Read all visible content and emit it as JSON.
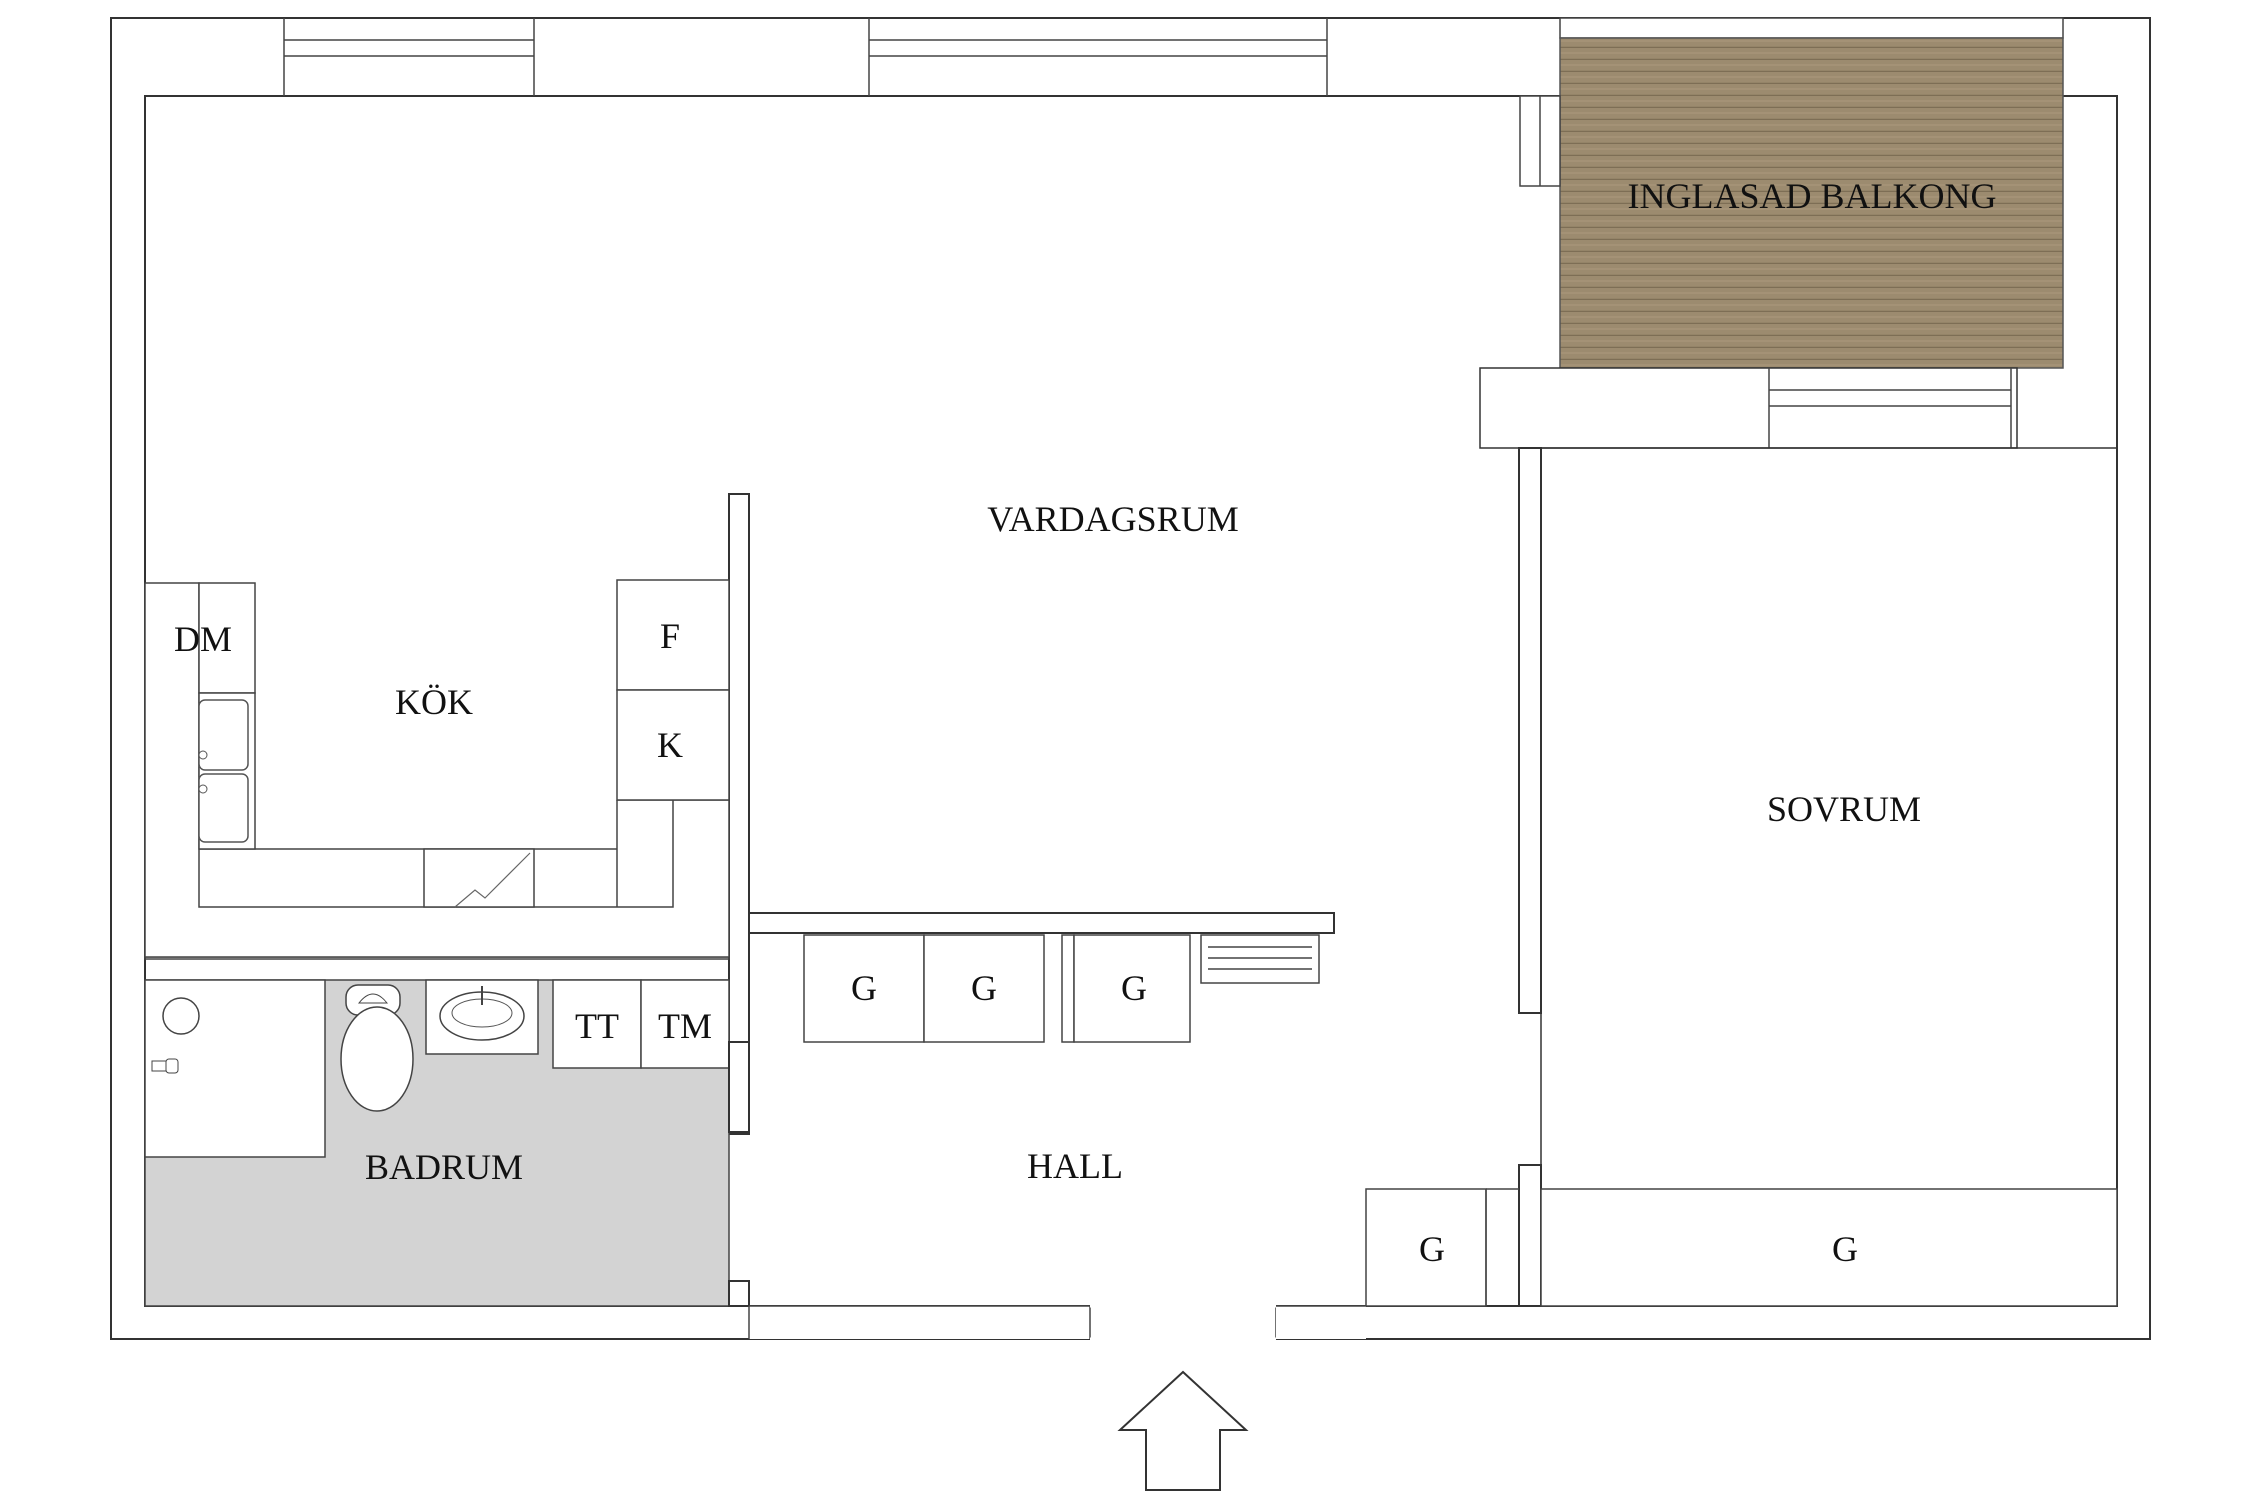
{
  "rooms": {
    "balcony": "INGLASAD BALKONG",
    "living": "VARDAGSRUM",
    "kitchen": "KÖK",
    "bedroom": "SOVRUM",
    "bathroom": "BADRUM",
    "hall": "HALL"
  },
  "kitchen_fixtures": {
    "dishwasher": "DM",
    "fridge": "F",
    "freezer": "K"
  },
  "bathroom_fixtures": {
    "dryer": "TT",
    "washer": "TM"
  },
  "closets": {
    "hall_1": "G",
    "hall_2": "G",
    "hall_3": "G",
    "hall_4": "G",
    "bedroom": "G"
  },
  "colors": {
    "balcony_floor": "#9a8a6e",
    "bathroom_floor": "#d3d3d3",
    "wall_line": "#333333"
  }
}
